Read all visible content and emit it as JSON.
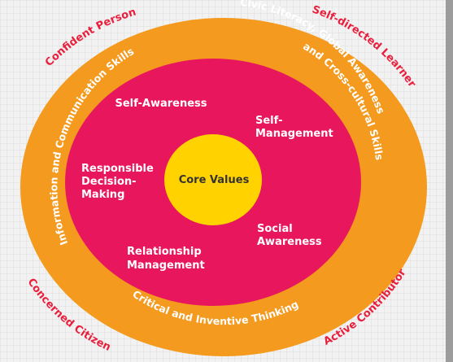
{
  "core": {
    "label": "Core Values",
    "color": "#ffd200"
  },
  "competencies": {
    "self_awareness": "Self-Awareness",
    "self_management": [
      "Self-",
      "Management"
    ],
    "responsible_decision_making": [
      "Responsible",
      "Decision-",
      "Making"
    ],
    "social_awareness": [
      "Social",
      "Awareness"
    ],
    "relationship_management": [
      "Relationship",
      "Management"
    ],
    "color": "#e8175d"
  },
  "ring": {
    "top_label": "Civic Literacy, Global Awareness and Cross-cultural Skills",
    "left_label": "Information and Communication Skills",
    "bottom_label": "Critical and Inventive Thinking",
    "color": "#f39a1f"
  },
  "outcomes": {
    "top_left": "Confident Person",
    "top_right": "Self-directed Learner",
    "bottom_left": "Concerned Citizen",
    "bottom_right": "Active Contributor",
    "color": "#e8203d"
  },
  "background": {
    "color": "#f2f2f2",
    "grid_color": "#dcdcdc",
    "edge_color": "#9c9c9c"
  }
}
